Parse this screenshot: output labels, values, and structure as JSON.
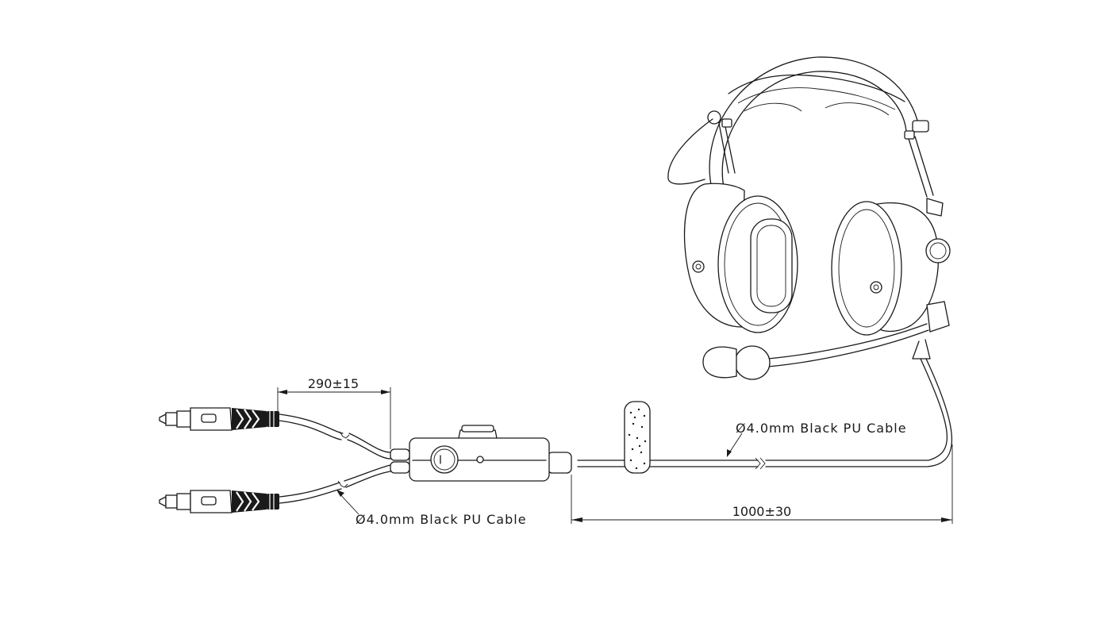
{
  "labels": {
    "cable_top": "Ø4.0mm Black PU Cable",
    "cable_bottom": "Ø4.0mm Black PU Cable"
  },
  "dimensions": {
    "split_length": "290±15",
    "main_cable_length": "1000±30"
  },
  "colors": {
    "line": "#1a1a1a",
    "background": "#ffffff"
  },
  "icons": {
    "headset": "aviation-headset-icon",
    "plug": "phone-plug-icon",
    "control_box": "volume-control-box-icon",
    "cable_clip": "cable-clip-icon"
  }
}
